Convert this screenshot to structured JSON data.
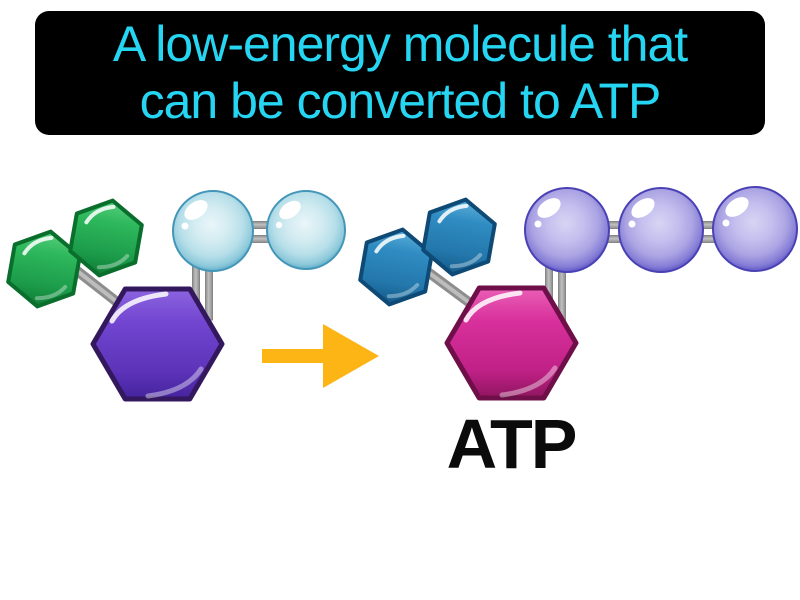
{
  "banner": {
    "line1": "A low-energy molecule that",
    "line2": "can be converted to ATP",
    "text_color": "#26d5f1",
    "background_color": "#000000"
  },
  "diagram": {
    "atp_label": "ATP",
    "left_molecule": {
      "description": "low-energy molecule with one large ring, two small rings and two phosphate spheres",
      "small_hexagon_color": "#2eb85c",
      "large_hexagon_color": "#6b3ecb",
      "sphere_color": "#bfe4ee",
      "sphere_rim_color": "#4da4c4",
      "phosphate_count": 2
    },
    "right_molecule": {
      "description": "ATP molecule with one large ring, two small rings and three phosphate spheres",
      "small_hexagon_color": "#2f8cc2",
      "large_hexagon_color": "#d42d98",
      "sphere_color": "#b7b2e8",
      "sphere_rim_color": "#554cc2",
      "phosphate_count": 3
    },
    "arrow_color": "#fcb515",
    "bond_color": "#a5a5a5"
  }
}
